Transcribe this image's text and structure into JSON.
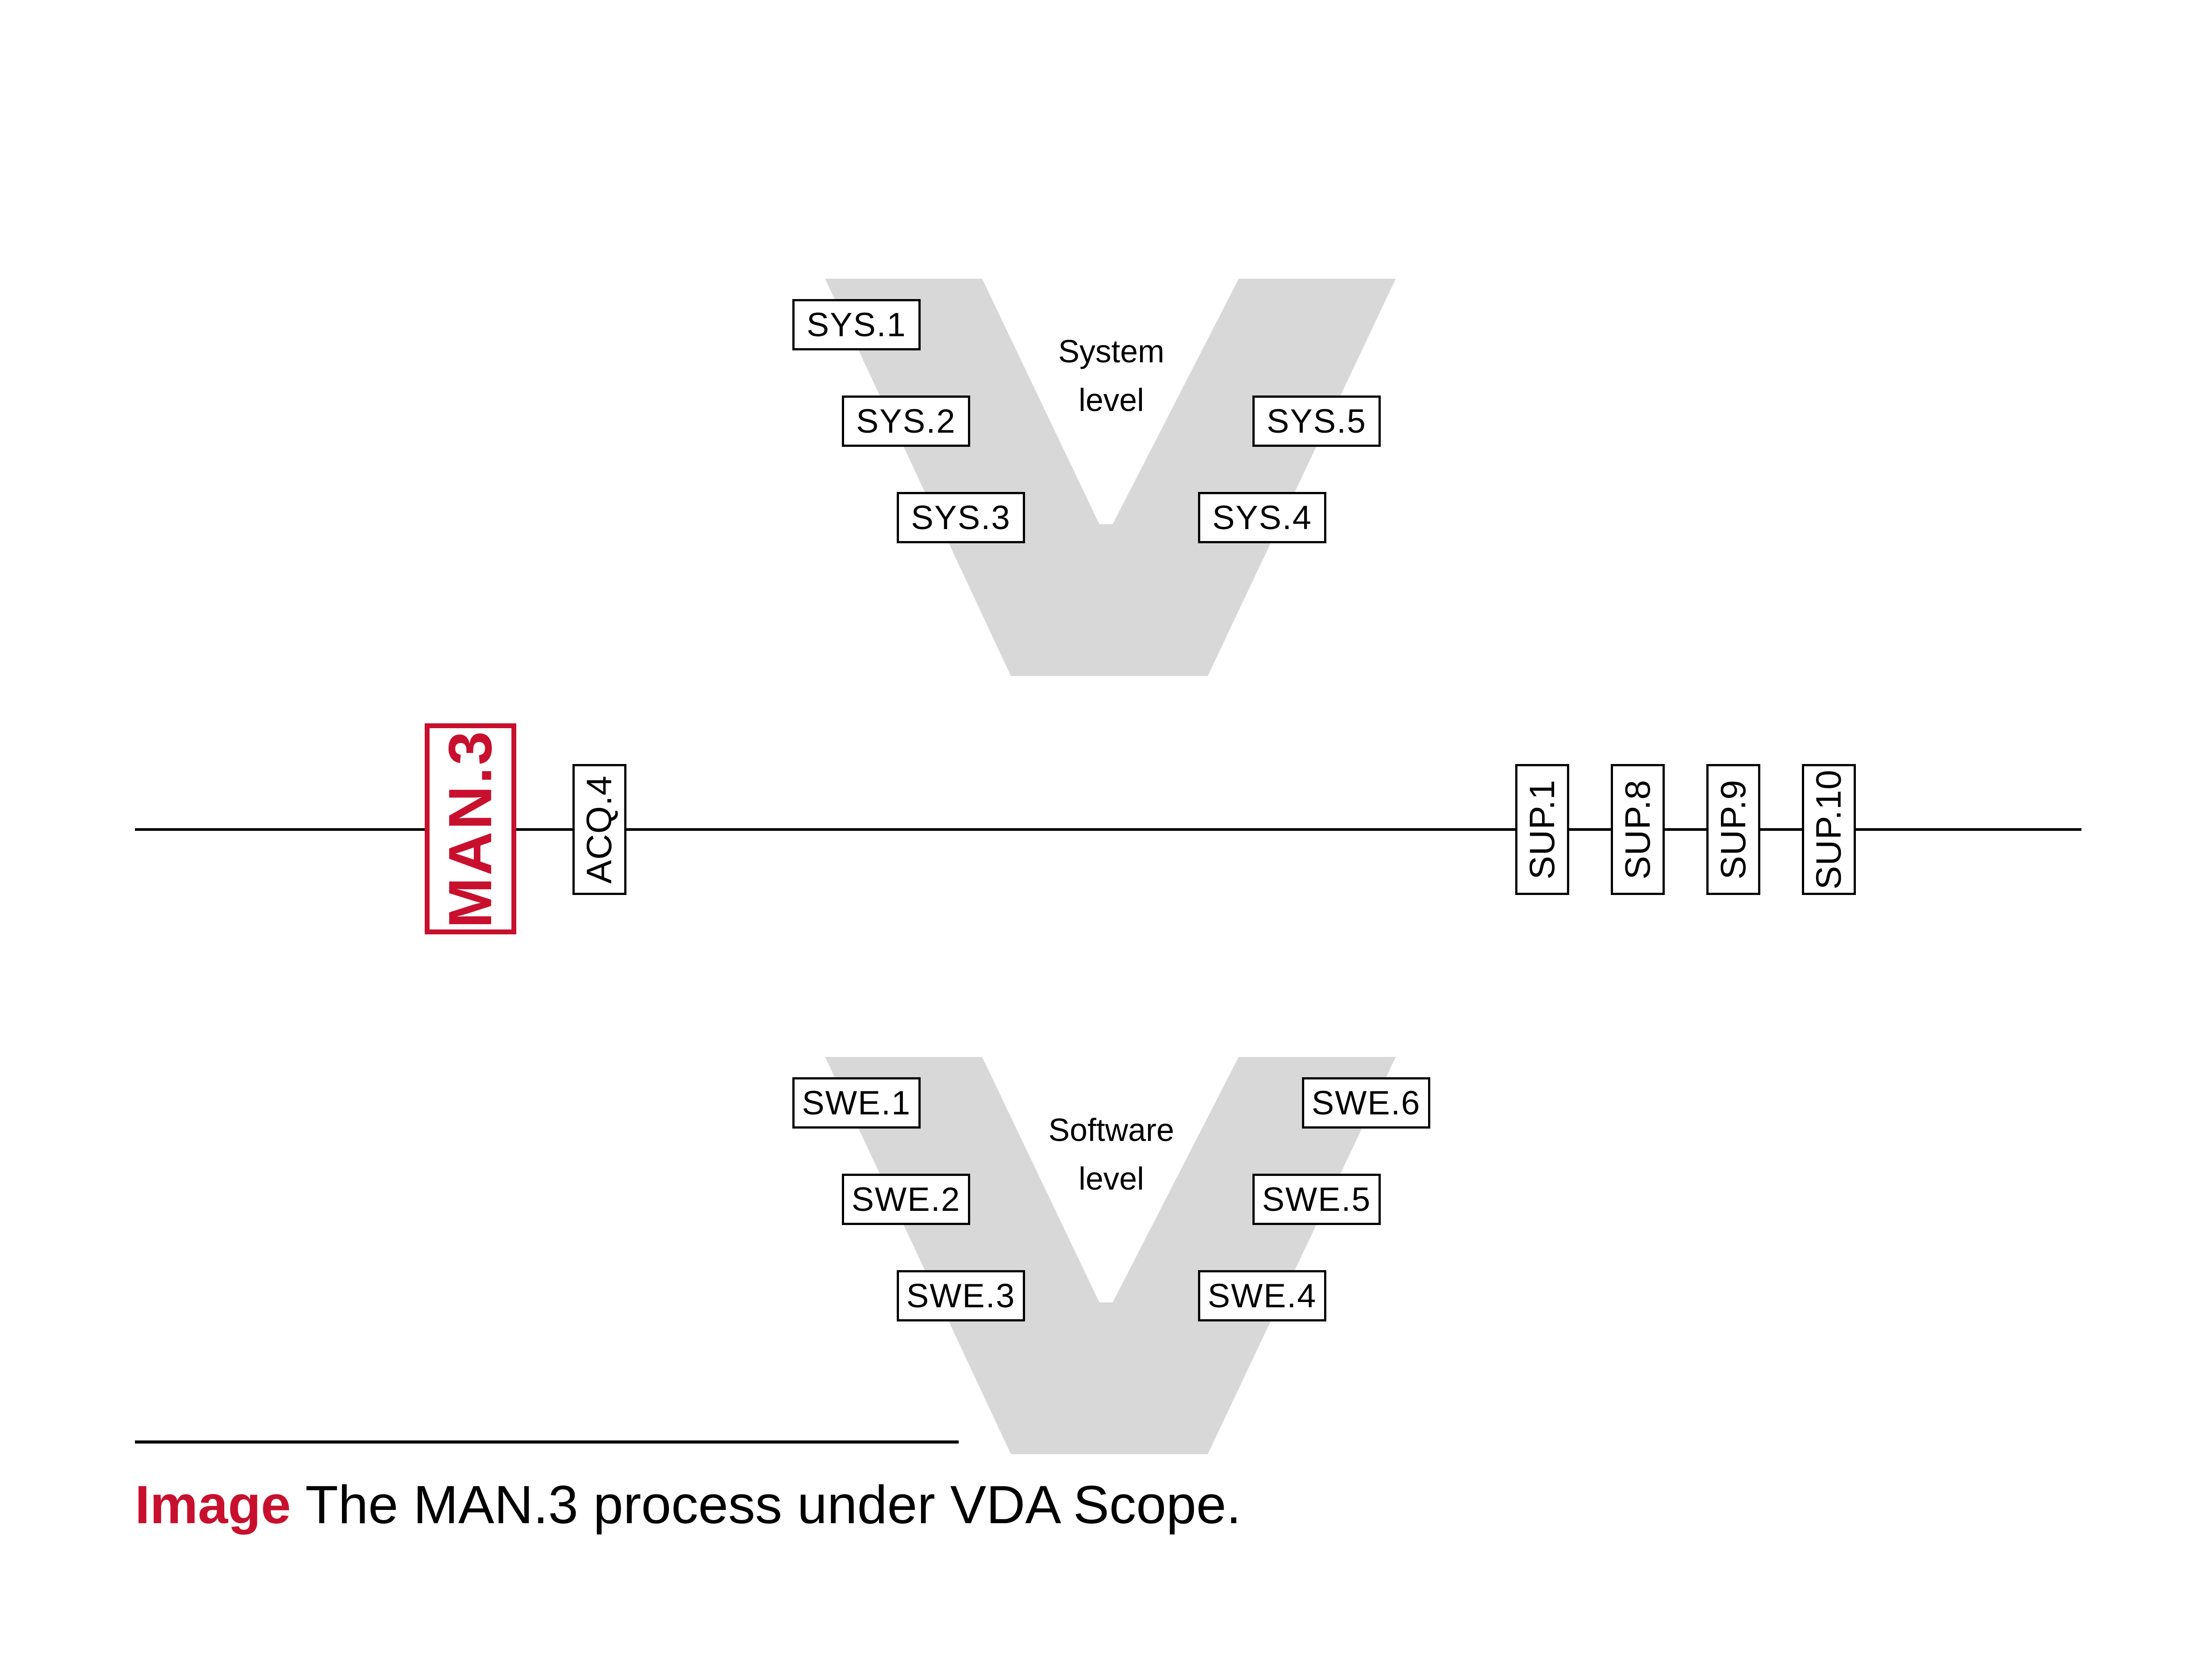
{
  "palette": {
    "highlight_red": "#c8102e",
    "v_gray": "#d8d8d8",
    "ink_black": "#000000"
  },
  "system_section": {
    "label_line1": "System",
    "label_line2": "level",
    "boxes": {
      "sys1": "SYS.1",
      "sys2": "SYS.2",
      "sys3": "SYS.3",
      "sys4": "SYS.4",
      "sys5": "SYS.5"
    }
  },
  "software_section": {
    "label_line1": "Software",
    "label_line2": "level",
    "boxes": {
      "swe1": "SWE.1",
      "swe2": "SWE.2",
      "swe3": "SWE.3",
      "swe4": "SWE.4",
      "swe5": "SWE.5",
      "swe6": "SWE.6"
    }
  },
  "axis_section": {
    "boxes": {
      "man3": "MAN.3",
      "acq4": "ACQ.4",
      "sup1": "SUP.1",
      "sup8": "SUP.8",
      "sup9": "SUP.9",
      "sup10": "SUP.10"
    }
  },
  "caption": {
    "tag": "Image",
    "text": "The MAN.3 process under VDA Scope."
  }
}
